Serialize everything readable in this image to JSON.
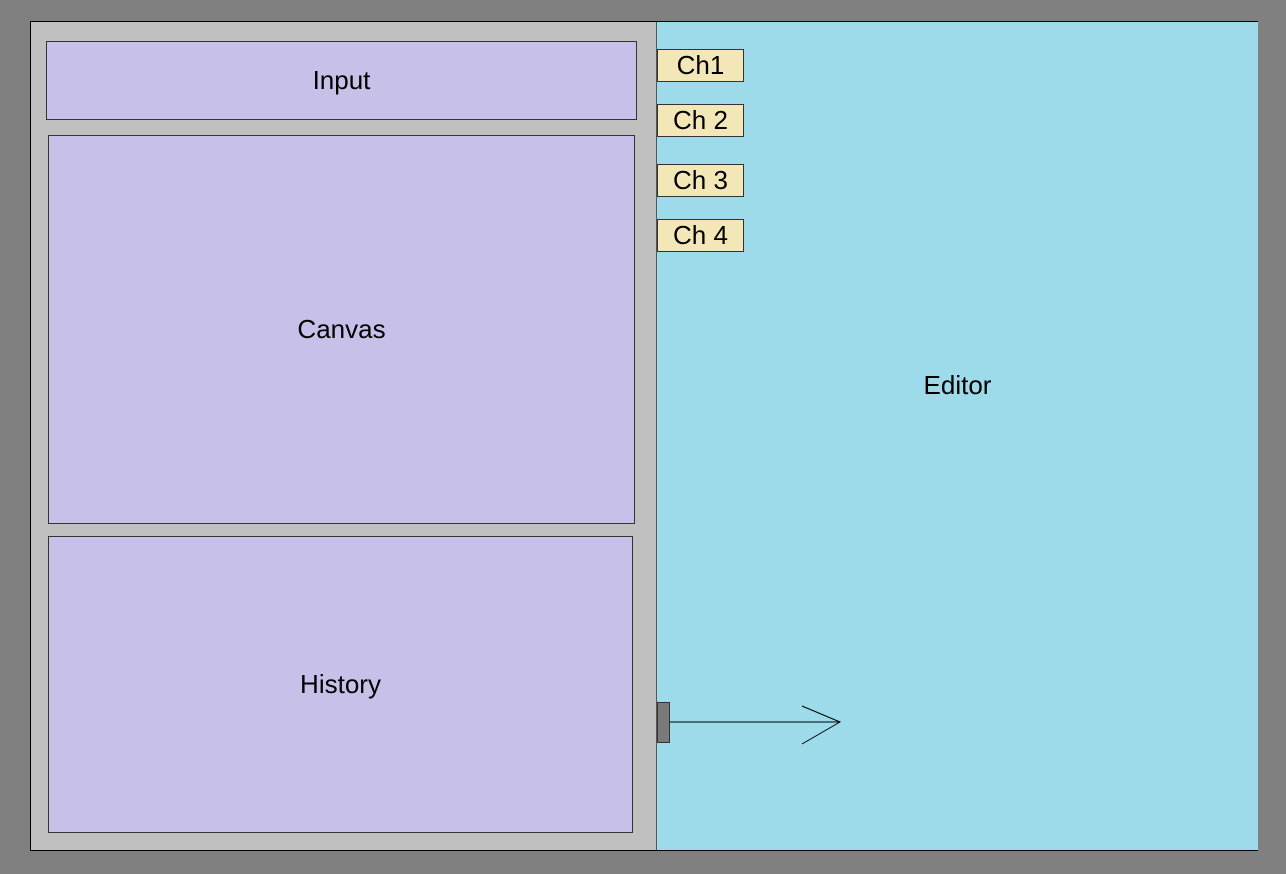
{
  "panels": {
    "input": {
      "label": "Input"
    },
    "canvas": {
      "label": "Canvas"
    },
    "history": {
      "label": "History"
    },
    "editor": {
      "label": "Editor"
    }
  },
  "tabs": [
    {
      "label": "Ch1"
    },
    {
      "label": "Ch 2"
    },
    {
      "label": "Ch 3"
    },
    {
      "label": "Ch 4"
    }
  ],
  "colors": {
    "background": "#808080",
    "left_panel": "#c0c0c0",
    "left_boxes": "#c7c0e8",
    "editor": "#9ddaea",
    "tabs": "#f3e6b7",
    "handle": "#7a7a7a"
  }
}
